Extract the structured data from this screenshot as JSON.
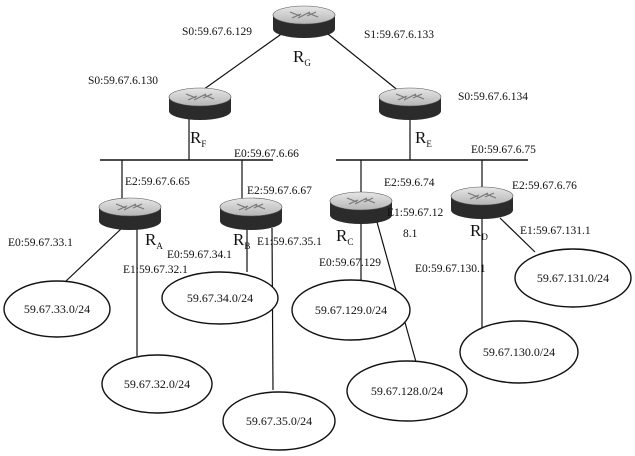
{
  "title": "Network topology",
  "routers": [
    {
      "id": "RG",
      "name": "R",
      "sub": "G"
    },
    {
      "id": "RF",
      "name": "R",
      "sub": "F"
    },
    {
      "id": "RE",
      "name": "R",
      "sub": "E"
    },
    {
      "id": "RA",
      "name": "R",
      "sub": "A"
    },
    {
      "id": "RB",
      "name": "R",
      "sub": "B"
    },
    {
      "id": "RC",
      "name": "R",
      "sub": "C"
    },
    {
      "id": "RD",
      "name": "R",
      "sub": "D"
    }
  ],
  "interfaces": {
    "rg_s0": "S0:59.67.6.129",
    "rg_s1": "S1:59.67.6.133",
    "rf_s0": "S0:59.67.6.130",
    "re_s0": "S0:59.67.6.134",
    "rf_e0": "E0:59.67.6.66",
    "re_e0": "E0:59.67.6.75",
    "ra_e2": "E2:59.67.6.65",
    "rb_e2": "E2:59.67.6.67",
    "rc_e2": "E2:59.6.74",
    "rd_e2": "E2:59.67.6.76",
    "ra_e0": "E0:59.67.33.1",
    "ra_e1": "E1:59.67.32.1",
    "rb_e0": "E0:59.67.34.1",
    "rb_e1": "E1:59.67.35.1",
    "rc_e1_a": "E1:59.67.12",
    "rc_e1_b": "8.1",
    "rc_e0": "E0:59.67.129",
    "rd_e0": "E0:59.67.130.1",
    "rd_e1": "E1:59.67.131.1"
  },
  "networks": {
    "n33": "59.67.33.0/24",
    "n32": "59.67.32.0/24",
    "n34": "59.67.34.0/24",
    "n35": "59.67.35.0/24",
    "n129": "59.67.129.0/24",
    "n128": "59.67.128.0/24",
    "n130": "59.67.130.0/24",
    "n131": "59.67.131.0/24"
  }
}
